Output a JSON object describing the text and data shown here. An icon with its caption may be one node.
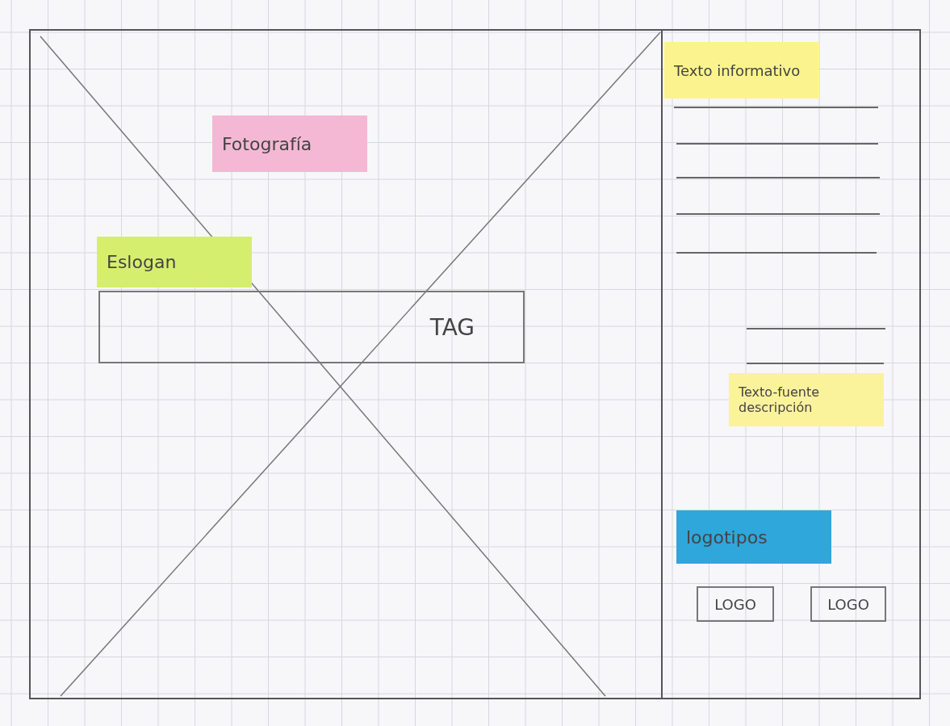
{
  "diagram": {
    "nodes": [
      {
        "text": [
          "Fotografía"
        ]
      },
      {
        "text": [
          "Eslogan"
        ]
      },
      {
        "text": [
          "TAG"
        ]
      },
      {
        "text": [
          "Texto informativo"
        ]
      },
      {
        "text": [
          "Texto-fuente descripción"
        ]
      },
      {
        "text": [
          "logotipos"
        ]
      },
      {
        "text": [
          "LOGO"
        ]
      },
      {
        "text": [
          "LOGO"
        ]
      }
    ]
  }
}
